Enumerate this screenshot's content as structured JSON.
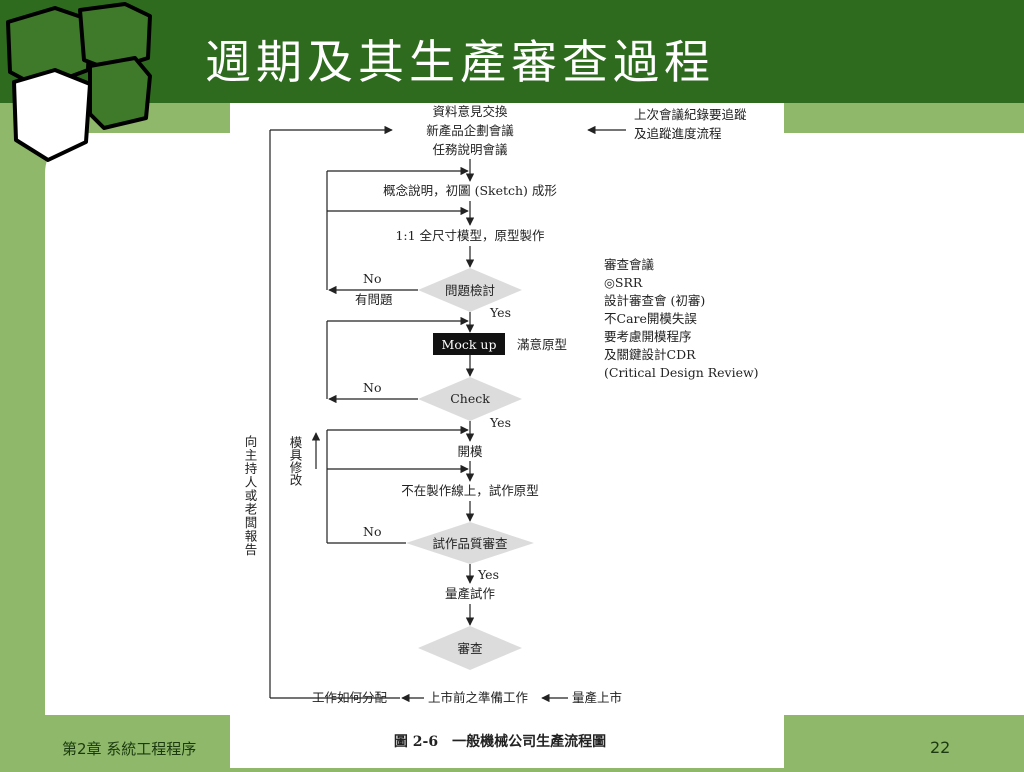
{
  "slide": {
    "title": "週期及其生產審查過程",
    "footer_chapter": "第2章 系統工程程序",
    "page_number": "22",
    "colors": {
      "header": "#2f6b1f",
      "background": "#8fb86a",
      "panel": "#ffffff"
    }
  },
  "flowchart": {
    "top_block": [
      "資料意見交換",
      "新產品企劃會議",
      "任務說明會議"
    ],
    "top_right_note": [
      "上次會議紀錄要追蹤",
      "及追蹤進度流程"
    ],
    "step_concept": "概念說明，初圖 (Sketch) 成形",
    "step_model": "1:1 全尺寸模型，原型製作",
    "decision_review": "問題檢討",
    "no_label_1": "No",
    "has_problem": "有問題",
    "yes_label_1": "Yes",
    "mockup": "Mock up",
    "satisfied_prototype": "滿意原型",
    "no_label_2": "No",
    "decision_check": "Check",
    "yes_label_2": "Yes",
    "review_notes": [
      "審查會議",
      "◎SRR",
      "設計審查會 (初審)",
      "不Care開模失誤",
      "要考慮開模程序",
      "及關鍵設計CDR",
      "(Critical Design Review)"
    ],
    "left_vertical": "向主持人或老闆報告",
    "mold_modify": "模具修改",
    "step_open_mold": "開模",
    "step_trial": "不在製作線上，試作原型",
    "no_label_3": "No",
    "decision_quality": "試作品質審查",
    "yes_label_3": "Yes",
    "step_mass_trial": "量產試作",
    "decision_final": "審查",
    "bottom_work": "工作如何分配",
    "bottom_prep": "上市前之準備工作",
    "bottom_launch": "量產上市",
    "caption": "圖 2-6　一般機械公司生產流程圖"
  }
}
